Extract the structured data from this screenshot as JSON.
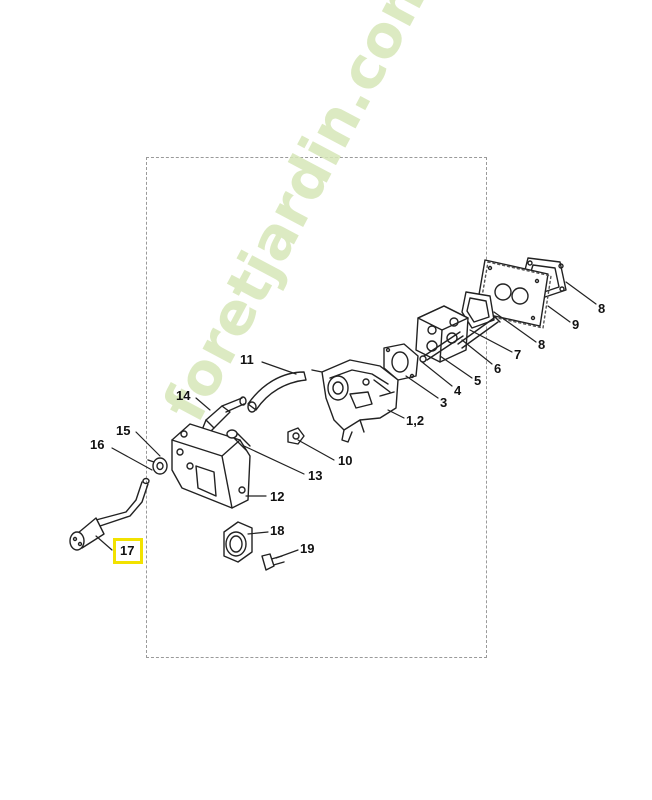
{
  "diagram": {
    "watermark": "foretjardin.com",
    "highlighted_part": "17",
    "callouts": [
      {
        "id": "c8a",
        "text": "8"
      },
      {
        "id": "c9",
        "text": "9"
      },
      {
        "id": "c8b",
        "text": "8"
      },
      {
        "id": "c7",
        "text": "7"
      },
      {
        "id": "c6",
        "text": "6"
      },
      {
        "id": "c5",
        "text": "5"
      },
      {
        "id": "c4",
        "text": "4"
      },
      {
        "id": "c3",
        "text": "3"
      },
      {
        "id": "c12a",
        "text": "1,2"
      },
      {
        "id": "c11",
        "text": "11"
      },
      {
        "id": "c14",
        "text": "14"
      },
      {
        "id": "c15",
        "text": "15"
      },
      {
        "id": "c16",
        "text": "16"
      },
      {
        "id": "c10",
        "text": "10"
      },
      {
        "id": "c13",
        "text": "13"
      },
      {
        "id": "c12",
        "text": "12"
      },
      {
        "id": "c18",
        "text": "18"
      },
      {
        "id": "c19",
        "text": "19"
      },
      {
        "id": "c17",
        "text": "17"
      }
    ],
    "colors": {
      "line": "#222222",
      "frame": "#9a9a9a",
      "highlight": "#f2e200",
      "watermark_green": "#d7e7b8",
      "watermark_orange": "#f4c98a"
    }
  }
}
